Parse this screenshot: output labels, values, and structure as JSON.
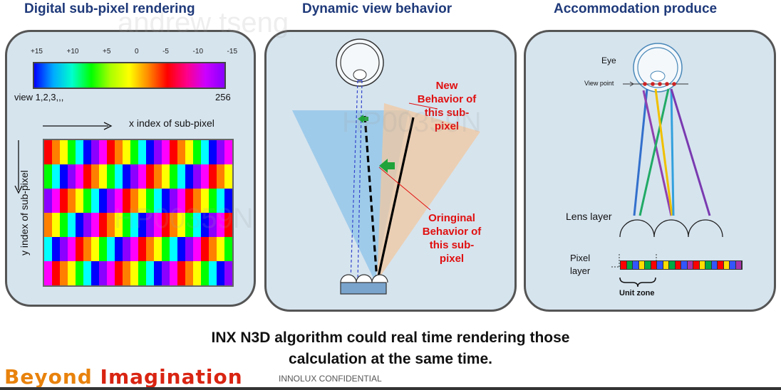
{
  "titles": {
    "panel1": "Digital sub-pixel rendering",
    "panel2": "Dynamic view behavior",
    "panel3": "Accommodation produce"
  },
  "panel1": {
    "scale_ticks": [
      "+15",
      "+10",
      "+5",
      "0",
      "-5",
      "-10",
      "-15"
    ],
    "view_label": "view 1,2,3,,,",
    "view_max": "256",
    "x_axis_label": "x index of sub-pixel",
    "y_axis_label": "y index  of sub-pixel",
    "grid_colors": [
      "#ff0000",
      "#ff7f00",
      "#ffff00",
      "#00ff00",
      "#00ffff",
      "#0000ff",
      "#8b00ff",
      "#ff00ff"
    ]
  },
  "panel2": {
    "new_behavior": [
      "New",
      "Behavior of",
      "this sub-",
      "pixel"
    ],
    "original_behavior": [
      "Oringinal",
      "Behavior of",
      "this sub-",
      "pixel"
    ]
  },
  "panel3": {
    "eye_label": "Eye",
    "viewpoint_label": "View point",
    "lens_layer_label": "Lens layer",
    "pixel_layer_label": [
      "Pixel",
      "layer"
    ],
    "unit_zone_label": "Unit zone",
    "pixel_strip_colors": [
      "#ff0000",
      "#00aa44",
      "#3355ff",
      "#ffdd00",
      "#00aa44",
      "#ff0000",
      "#3355ff",
      "#ffdd00",
      "#00aa44",
      "#ff0000",
      "#3355ff",
      "#aa33aa",
      "#ff0000",
      "#ffdd00",
      "#00aa44",
      "#3355ff",
      "#ff0000",
      "#ffdd00",
      "#3355ff",
      "#aa33aa"
    ]
  },
  "footer": {
    "line1": "INX N3D algorithm could real time rendering those",
    "line2": "calculation at the same time.",
    "brand_part1": "Beyond",
    "brand_part2": "Imagination",
    "confidential": "INNOLUX CONFIDENTIAL"
  }
}
